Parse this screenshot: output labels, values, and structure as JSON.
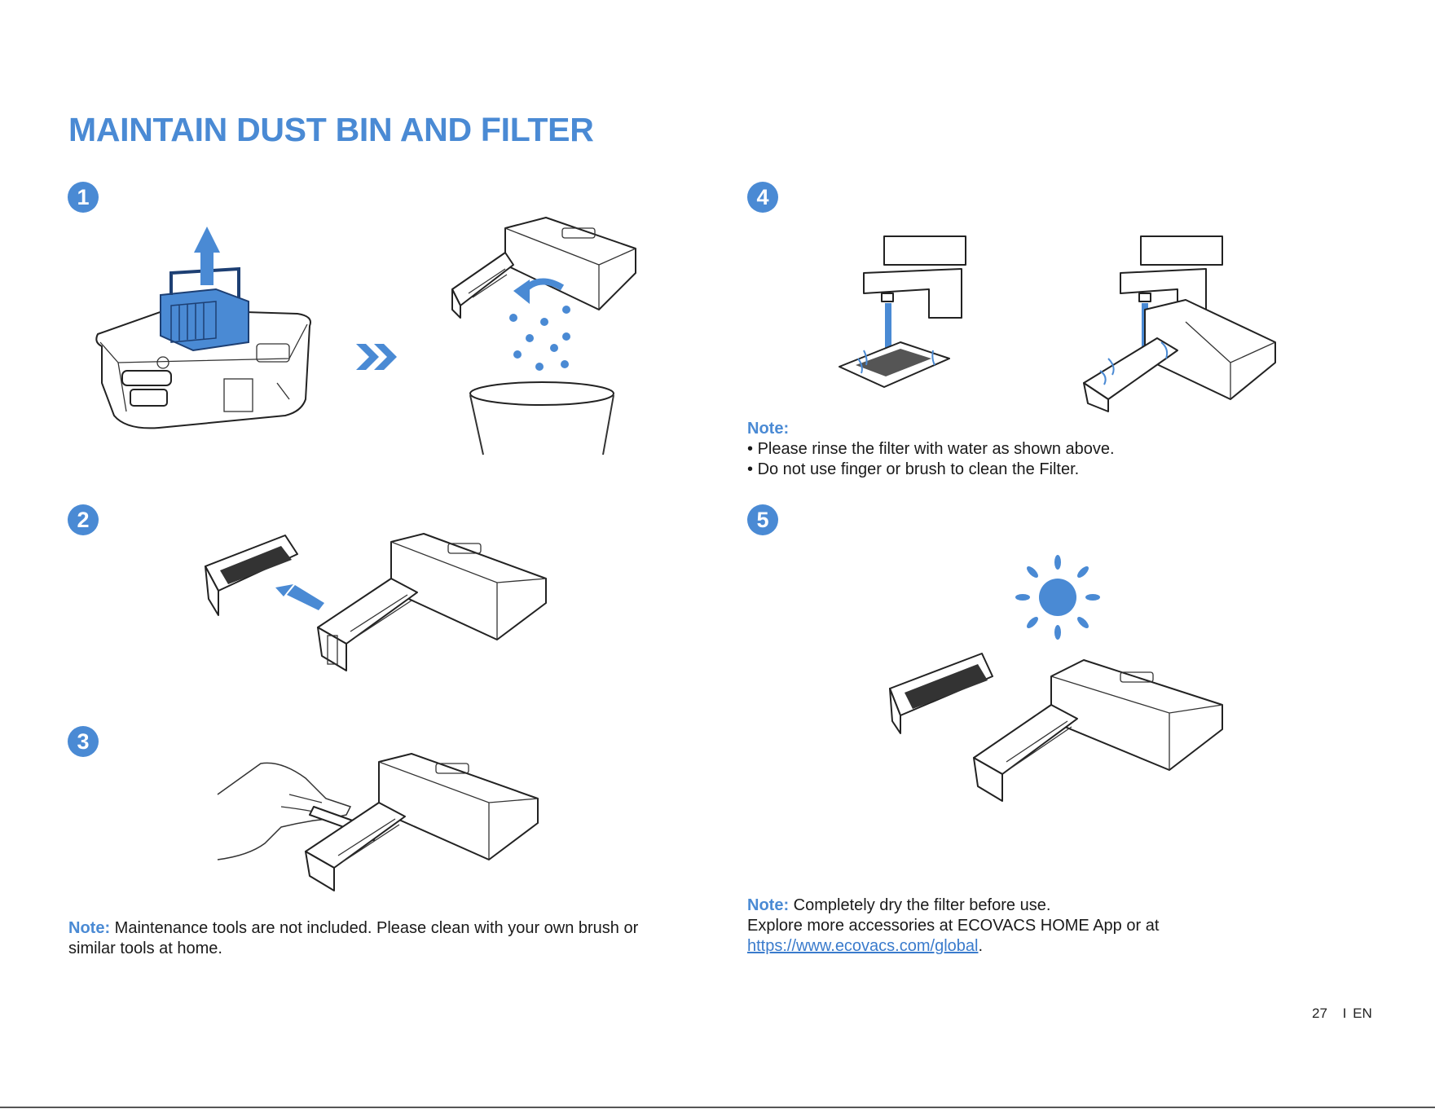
{
  "page": {
    "title": "MAINTAIN DUST BIN AND FILTER",
    "accent_color": "#4a8ad4"
  },
  "steps": [
    {
      "number": "1"
    },
    {
      "number": "2"
    },
    {
      "number": "3"
    },
    {
      "number": "4"
    },
    {
      "number": "5"
    }
  ],
  "notes": {
    "step3": {
      "label": "Note:",
      "text": "Maintenance tools are not included. Please clean with your own brush or similar tools at home."
    },
    "step4": {
      "label": "Note:",
      "bullets": [
        "Please rinse the filter with water as shown above.",
        "Do not use finger or brush to clean the Filter."
      ]
    },
    "step5": {
      "label": "Note:",
      "line1": "Completely dry the filter before use.",
      "line2_prefix": "Explore more accessories at ECOVACS HOME App or at ",
      "link_text": "https://www.ecovacs.com/global",
      "line2_suffix": "."
    }
  },
  "footer": {
    "page_number": "27",
    "separator": "I",
    "language": "EN"
  },
  "icons": {
    "step1_arrow": "arrow-up-icon",
    "step1_chevrons": "double-chevron-right-icon",
    "step5_sun": "sun-icon"
  }
}
